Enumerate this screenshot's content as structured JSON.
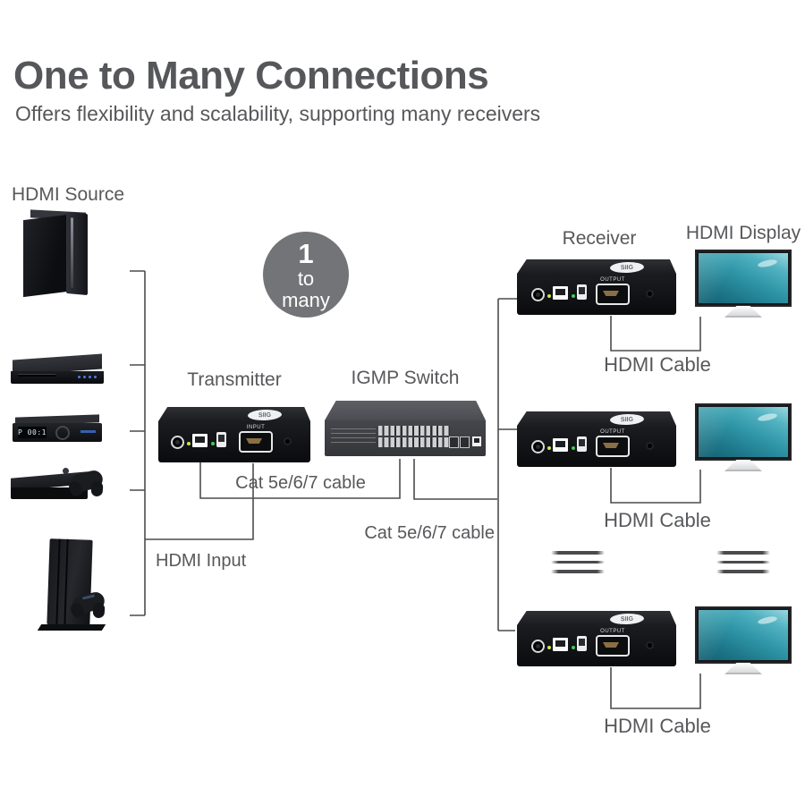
{
  "header": {
    "title": "One to Many Connections",
    "subtitle": "Offers flexibility and scalability, supporting many receivers"
  },
  "badge": {
    "line1": "1",
    "line2": "to",
    "line3": "many"
  },
  "sources": {
    "label": "HDMI Source",
    "devices": [
      {
        "name": "pc-tower"
      },
      {
        "name": "dvd-player"
      },
      {
        "name": "set-top-box",
        "display_text": "P 00:1"
      },
      {
        "name": "xbox-one-console"
      },
      {
        "name": "ps4-console"
      }
    ]
  },
  "transmitter": {
    "label": "Transmitter",
    "brand": "SIIG",
    "hdmi_port_label": "INPUT"
  },
  "switch": {
    "label": "IGMP Switch"
  },
  "receivers": {
    "label": "Receiver",
    "display_label": "HDMI Display",
    "brand": "SIIG",
    "hdmi_port_label": "OUTPUT",
    "count": 3
  },
  "cables": {
    "cat_label_1": "Cat 5e/6/7 cable",
    "cat_label_2": "Cat 5e/6/7 cable",
    "hdmi_input_label": "HDMI Input",
    "hdmi_cable_labels": [
      "HDMI Cable",
      "HDMI Cable",
      "HDMI Cable"
    ]
  },
  "colors": {
    "text": "#57585b",
    "line": "#4b4c4e",
    "badge_fill": "#737477",
    "screen_top": "#9ad8e1",
    "screen_bottom": "#145f70"
  }
}
